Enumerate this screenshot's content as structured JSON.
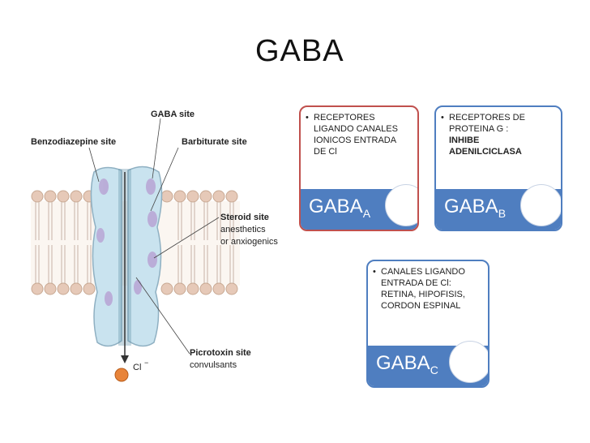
{
  "title": "GABA",
  "figure": {
    "labels": {
      "gaba_site": "GABA site",
      "benzodiazepine_site": "Benzodiazepine site",
      "barbiturate_site": "Barbiturate site",
      "steroid_site": "Steroid site",
      "steroid_note_1": "anesthetics",
      "steroid_note_2": "or anxiogenics",
      "picrotoxin_site": "Picrotoxin site",
      "picrotoxin_note": "convulsants",
      "ion": "Cl"
    }
  },
  "cards": {
    "gaba_a": {
      "lines": [
        "RECEPTORES",
        "LIGANDO CANALES",
        "IONICOS  ENTRADA",
        "DE Cl"
      ],
      "name": "GABA",
      "sub": "A"
    },
    "gaba_b": {
      "lines": [
        "RECEPTORES DE",
        "PROTEINA G :"
      ],
      "bold_lines": [
        "INHIBE",
        "ADENILCICLASA"
      ],
      "name": "GABA",
      "sub": "B"
    },
    "gaba_c": {
      "lines": [
        "CANALES  LIGANDO",
        "ENTRADA DE Cl:",
        "RETINA, HIPOFISIS,",
        "CORDON ESPINAL"
      ],
      "name": "GABA",
      "sub": "C"
    }
  },
  "colors": {
    "card_blue": "#4f7ec0",
    "card_red_border": "#c0504d",
    "channel": "#c9e3ef",
    "lipid_head": "#e6c9b8"
  }
}
